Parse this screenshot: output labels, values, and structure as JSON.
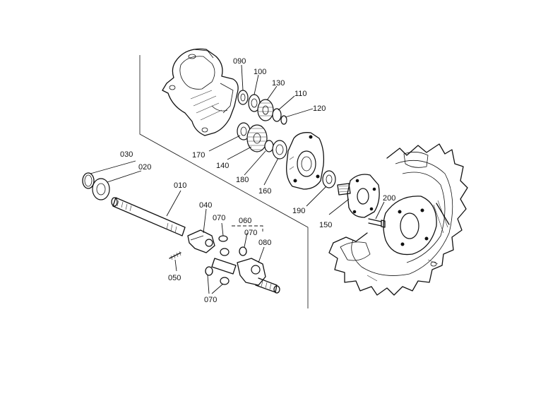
{
  "callouts": {
    "p010": "010",
    "p020": "020",
    "p030": "030",
    "p040": "040",
    "p050": "050",
    "p060": "060",
    "p070a": "070",
    "p070b": "070",
    "p070c": "070",
    "p080": "080",
    "p090": "090",
    "p100": "100",
    "p110": "110",
    "p120": "120",
    "p130": "130",
    "p140": "140",
    "p150": "150",
    "p160": "160",
    "p170": "170",
    "p180": "180",
    "p190": "190",
    "p200": "200"
  }
}
